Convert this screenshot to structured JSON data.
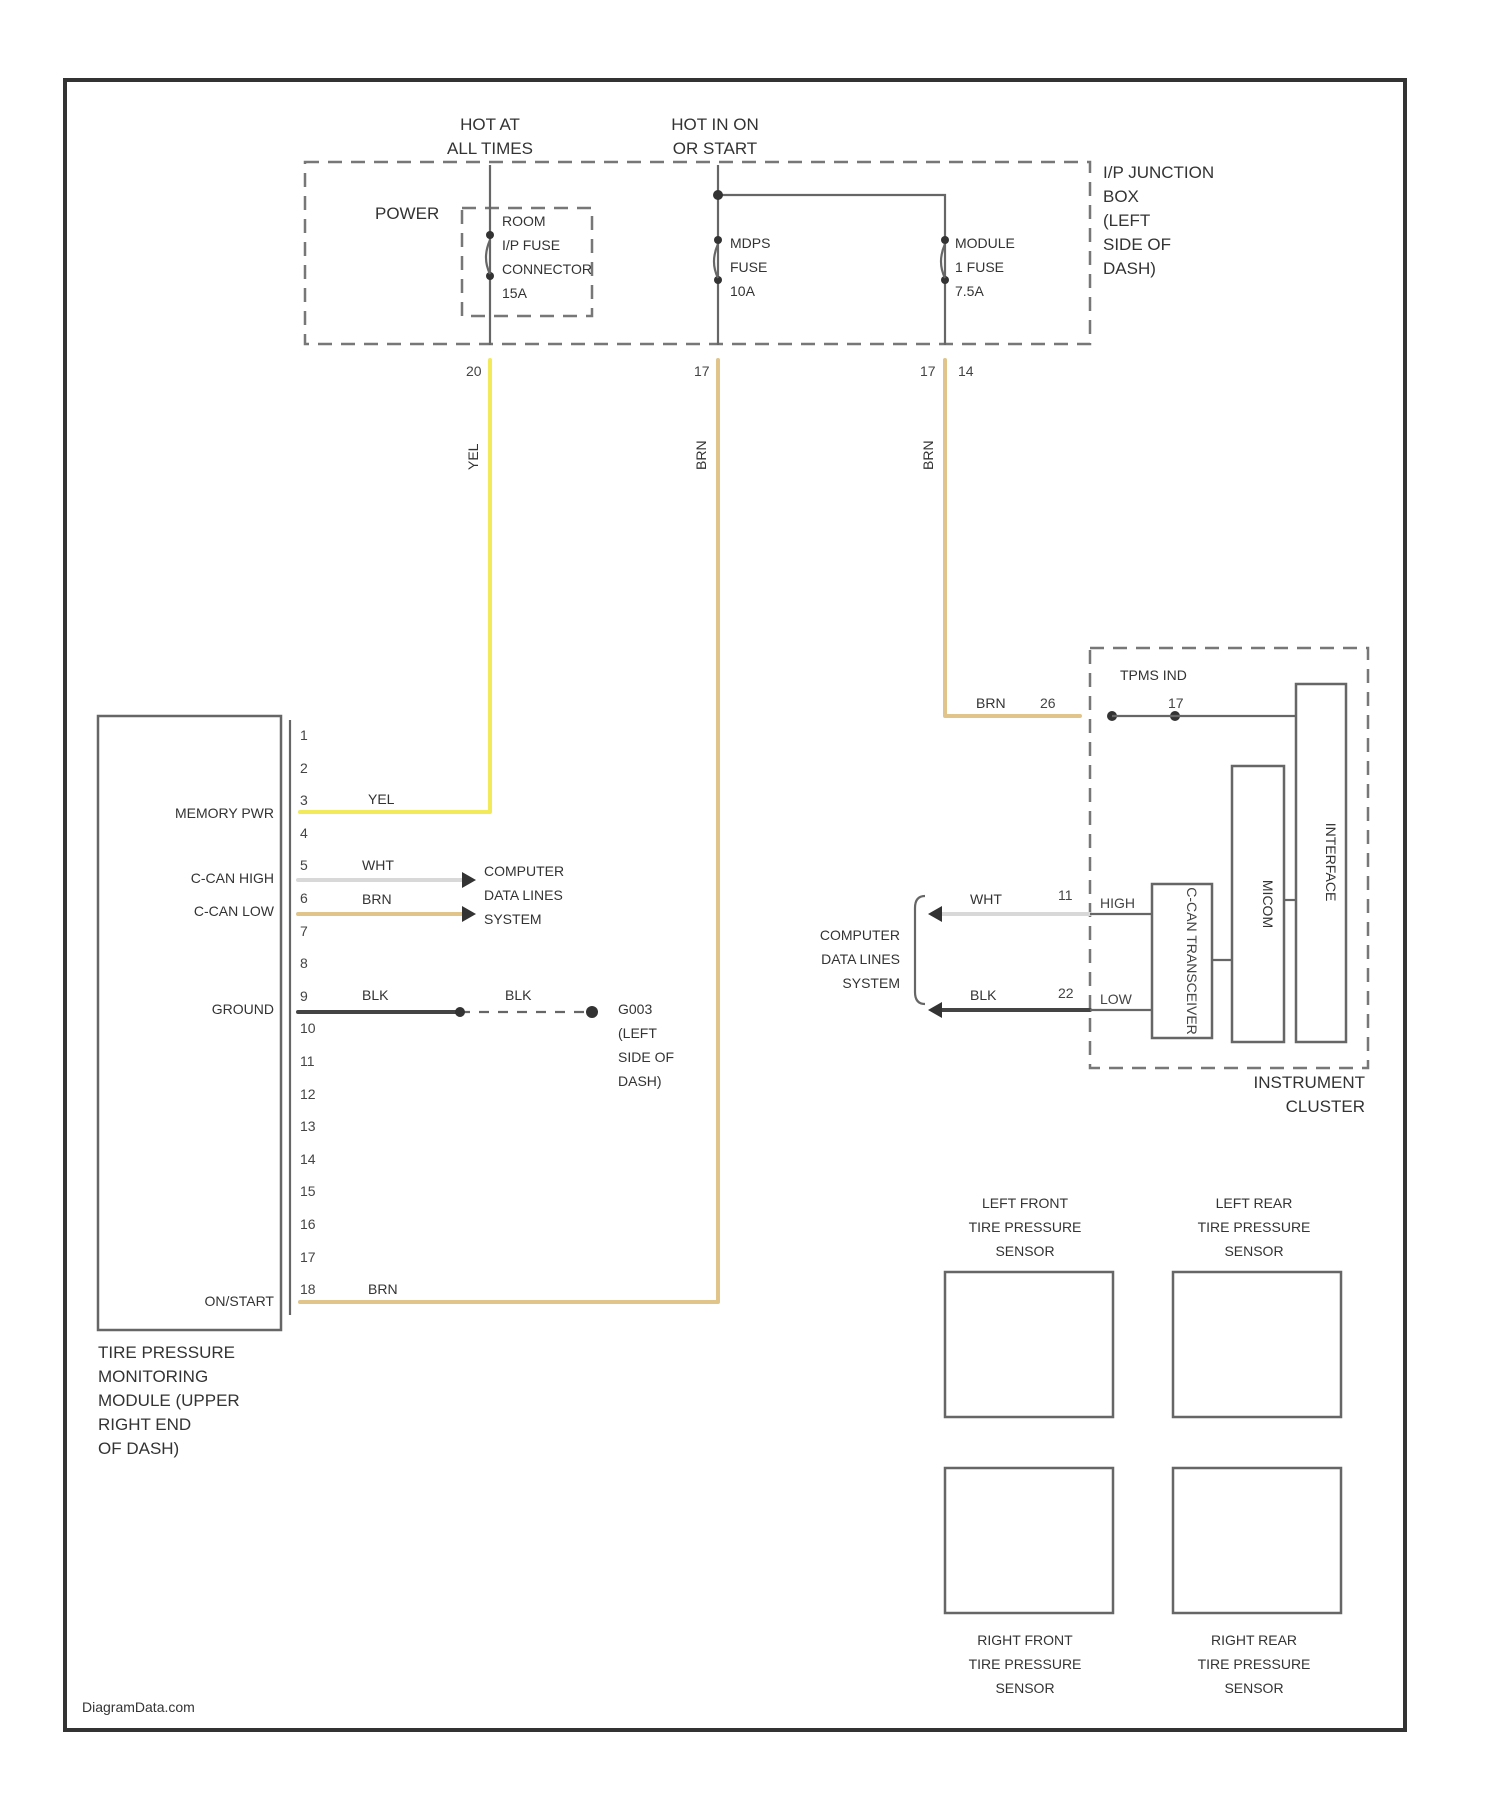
{
  "power": {
    "hot_at_all_times": [
      "HOT AT",
      "ALL TIMES"
    ],
    "hot_in_on": [
      "HOT IN ON",
      "OR START"
    ],
    "junction_box": [
      "I/P JUNCTION",
      "BOX",
      "(LEFT",
      "SIDE OF",
      "DASH)"
    ],
    "power_label": "POWER",
    "fuse1": [
      "ROOM",
      "I/P FUSE",
      "CONNECTOR",
      "15A"
    ],
    "fuse2": [
      "MDPS",
      "FUSE",
      "10A"
    ],
    "fuse3": [
      "MODULE",
      "1 FUSE",
      "7.5A"
    ],
    "pins": [
      "20",
      "17",
      "17",
      "14"
    ]
  },
  "wires": {
    "yel": "YEL",
    "brn": "BRN",
    "wht": "WHT",
    "blk": "BLK"
  },
  "colors": {
    "yellow_wire": "#f2ea5a",
    "brown_wire": "#e0c48a",
    "white_wire": "#d8d8d8",
    "black_wire": "#444444"
  },
  "tpms_module": {
    "labels": {
      "memory_pwr": "MEMORY PWR",
      "c_can_high": "C-CAN HIGH",
      "c_can_low": "C-CAN LOW",
      "ground": "GROUND",
      "on_start": "ON/START"
    },
    "pins": [
      "1",
      "2",
      "3",
      "4",
      "5",
      "6",
      "7",
      "8",
      "9",
      "10",
      "11",
      "12",
      "13",
      "14",
      "15",
      "16",
      "17",
      "18"
    ],
    "caption": [
      "TIRE PRESSURE",
      "MONITORING",
      "MODULE (UPPER",
      "RIGHT END",
      "OF DASH)"
    ]
  },
  "computer_data_lines": [
    "COMPUTER",
    "DATA LINES",
    "SYSTEM"
  ],
  "ground_point": [
    "G003",
    "(LEFT",
    "SIDE OF",
    "DASH)"
  ],
  "instrument_cluster": {
    "tpms_ind": "TPMS IND",
    "pins": {
      "c10": "26",
      "c17": "17",
      "c11": "11",
      "c22": "22"
    },
    "high": "HIGH",
    "low": "LOW",
    "transceiver": "C-CAN TRANSCEIVER",
    "micom": "MICOM",
    "interface": "INTERFACE",
    "caption": [
      "INSTRUMENT",
      "CLUSTER"
    ]
  },
  "sensors": {
    "lf": [
      "LEFT FRONT",
      "TIRE PRESSURE",
      "SENSOR"
    ],
    "lr": [
      "LEFT REAR",
      "TIRE PRESSURE",
      "SENSOR"
    ],
    "rf": [
      "RIGHT FRONT",
      "TIRE PRESSURE",
      "SENSOR"
    ],
    "rr": [
      "RIGHT REAR",
      "TIRE PRESSURE",
      "SENSOR"
    ]
  },
  "watermark": "DiagramData.com"
}
